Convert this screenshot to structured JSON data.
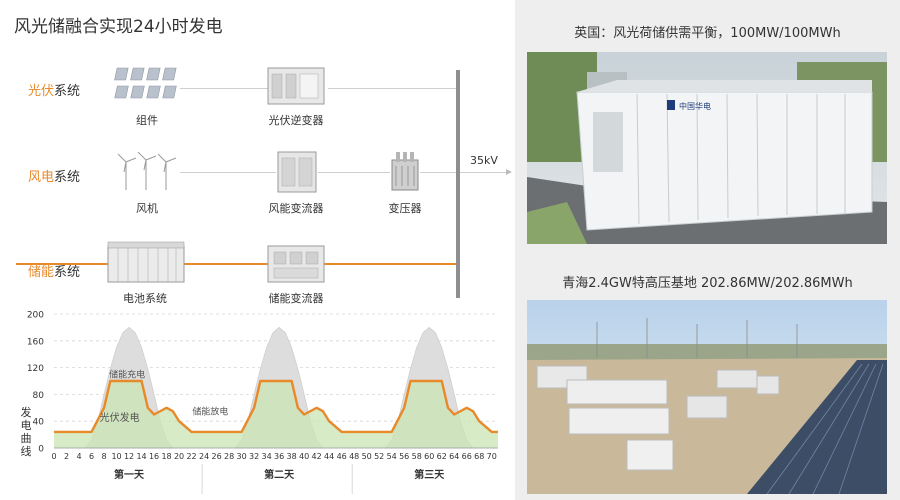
{
  "title": "风光储融合实现24小时发电",
  "systems": {
    "pv": {
      "hl": "光伏",
      "rest": "系统"
    },
    "wind": {
      "hl": "风电",
      "rest": "系统"
    },
    "storage": {
      "hl": "储能",
      "rest": "系统"
    }
  },
  "components": {
    "module": "组件",
    "pv_inverter": "光伏逆变器",
    "turbine": "风机",
    "wind_converter": "风能变流器",
    "transformer": "变压器",
    "battery": "电池系统",
    "storage_converter": "储能变流器"
  },
  "voltage": "35kV",
  "photos": {
    "uk_caption": "英国：风光荷储供需平衡，100MW/100MWh",
    "qh_caption": "青海2.4GW特高压基地   202.86MW/202.86MWh",
    "container_brand": "中国华电"
  },
  "colors": {
    "accent": "#e8892a",
    "bus": "#8e8e8e",
    "pv_fill": "#dddddd",
    "green_fill": "#c9e6b3",
    "green_line": "#a8d08d"
  },
  "chart_data": {
    "type": "area",
    "ylabel": "发电曲线",
    "yticks": [
      0,
      40,
      80,
      120,
      160,
      200
    ],
    "ylim": [
      0,
      200
    ],
    "xlim": [
      0,
      71
    ],
    "xticks": [
      0,
      2,
      4,
      6,
      8,
      10,
      12,
      14,
      16,
      18,
      20,
      22,
      24,
      26,
      28,
      30,
      32,
      34,
      36,
      38,
      40,
      42,
      44,
      46,
      48,
      50,
      52,
      54,
      56,
      58,
      60,
      62,
      64,
      66,
      68,
      70
    ],
    "days": [
      "第一天",
      "第二天",
      "第三天"
    ],
    "annotations": {
      "charge": "储能充电",
      "pv": "光伏发电",
      "discharge": "储能放电"
    },
    "series": [
      {
        "name": "光伏发电",
        "x": [
          5,
          6,
          7,
          8,
          9,
          10,
          11,
          12,
          13,
          14,
          15,
          16,
          17,
          18,
          19
        ],
        "y": [
          0,
          12,
          40,
          80,
          118,
          150,
          172,
          180,
          172,
          150,
          118,
          80,
          40,
          12,
          0
        ]
      },
      {
        "name": "储能放电",
        "x": [
          0,
          6,
          8,
          9,
          14,
          15,
          16,
          18,
          19,
          20,
          22,
          24,
          30,
          32,
          33,
          38,
          39,
          40,
          42,
          43,
          44,
          46,
          48,
          54,
          56,
          57,
          62,
          63,
          64,
          66,
          67,
          68,
          70,
          71
        ],
        "y": [
          24,
          24,
          60,
          100,
          100,
          60,
          50,
          60,
          55,
          40,
          24,
          24,
          24,
          60,
          100,
          100,
          60,
          50,
          60,
          55,
          40,
          24,
          24,
          24,
          60,
          100,
          100,
          60,
          50,
          60,
          55,
          40,
          24,
          24
        ]
      }
    ]
  }
}
